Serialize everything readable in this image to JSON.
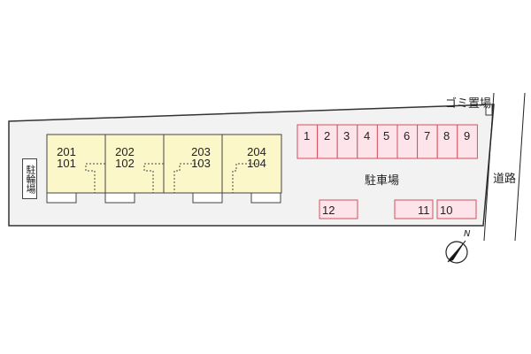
{
  "site": {
    "background_color": "#f2f2f2",
    "boundary_color": "#333333"
  },
  "building": {
    "fill_color": "#fbf7c8",
    "units": [
      {
        "upper": "201",
        "lower": "101"
      },
      {
        "upper": "202",
        "lower": "102"
      },
      {
        "upper": "203",
        "lower": "103"
      },
      {
        "upper": "204",
        "lower": "104"
      }
    ]
  },
  "labels": {
    "bicycle_parking": "駐輪場",
    "car_parking": "駐車場",
    "garbage_area": "ゴミ置場",
    "road": "道路",
    "north": "N"
  },
  "parking": {
    "fill_color": "#fde4ea",
    "border_color": "#d4505f",
    "top_row": [
      "1",
      "2",
      "3",
      "4",
      "5",
      "6",
      "7",
      "8",
      "9"
    ],
    "bottom_row": [
      {
        "label": "12",
        "align": "left"
      },
      {
        "label": "11",
        "align": "right"
      },
      {
        "label": "10",
        "align": "left"
      }
    ]
  }
}
